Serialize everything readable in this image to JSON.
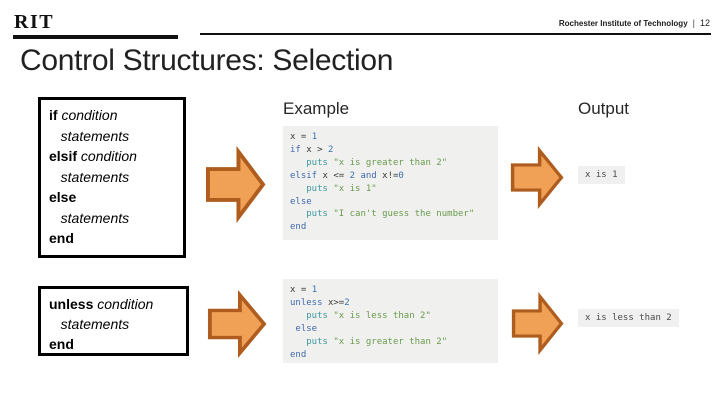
{
  "header": {
    "logo": "RIT",
    "institution": "Rochester Institute of Technology",
    "separator": "|",
    "page_number": "12"
  },
  "title": "Control Structures: Selection",
  "labels": {
    "example": "Example",
    "output": "Output"
  },
  "colors": {
    "arrow_fill": "#F0A155",
    "arrow_stroke": "#AE5D1E",
    "code_bg": "#F0F1EF",
    "output_bg": "#F0F0F0",
    "keyword": "#4169AD",
    "number": "#3B6FB5",
    "builtin": "#3E999F",
    "string": "#6A9A4E",
    "plain": "#3A3A3A"
  },
  "syntax_boxes": [
    {
      "name": "if-elsif-else-syntax",
      "lines": [
        [
          {
            "t": "if ",
            "s": "skw"
          },
          {
            "t": "condition",
            "s": "sit"
          }
        ],
        [
          {
            "t": "   ",
            "s": "skw"
          },
          {
            "t": "statements",
            "s": "sit"
          }
        ],
        [
          {
            "t": "elsif ",
            "s": "skw"
          },
          {
            "t": "condition",
            "s": "sit"
          }
        ],
        [
          {
            "t": "   ",
            "s": "skw"
          },
          {
            "t": "statements",
            "s": "sit"
          }
        ],
        [
          {
            "t": "else",
            "s": "skw"
          }
        ],
        [
          {
            "t": "   ",
            "s": "skw"
          },
          {
            "t": "statements",
            "s": "sit"
          }
        ],
        [
          {
            "t": "end",
            "s": "skw"
          }
        ]
      ]
    },
    {
      "name": "unless-syntax",
      "lines": [
        [
          {
            "t": "unless ",
            "s": "skw"
          },
          {
            "t": "condition",
            "s": "sit"
          }
        ],
        [
          {
            "t": "   ",
            "s": "skw"
          },
          {
            "t": "statements",
            "s": "sit"
          }
        ],
        [
          {
            "t": "end",
            "s": "skw"
          }
        ]
      ]
    }
  ],
  "examples": [
    {
      "name": "if-elsif-else-example",
      "lines": [
        [
          {
            "t": "x ",
            "s": "pl"
          },
          {
            "t": "= ",
            "s": "pl"
          },
          {
            "t": "1",
            "s": "num"
          }
        ],
        [
          {
            "t": "if ",
            "s": "kw"
          },
          {
            "t": "x ",
            "s": "pl"
          },
          {
            "t": "> ",
            "s": "pl"
          },
          {
            "t": "2",
            "s": "num"
          }
        ],
        [
          {
            "t": "   ",
            "s": "pl"
          },
          {
            "t": "puts ",
            "s": "fn"
          },
          {
            "t": "\"x is greater than 2\"",
            "s": "str"
          }
        ],
        [
          {
            "t": "elsif ",
            "s": "kw"
          },
          {
            "t": "x ",
            "s": "pl"
          },
          {
            "t": "<= ",
            "s": "pl"
          },
          {
            "t": "2 ",
            "s": "num"
          },
          {
            "t": "and ",
            "s": "kw"
          },
          {
            "t": "x!=",
            "s": "pl"
          },
          {
            "t": "0",
            "s": "num"
          }
        ],
        [
          {
            "t": "   ",
            "s": "pl"
          },
          {
            "t": "puts ",
            "s": "fn"
          },
          {
            "t": "\"x is 1\"",
            "s": "str"
          }
        ],
        [
          {
            "t": "else",
            "s": "kw"
          }
        ],
        [
          {
            "t": "   ",
            "s": "pl"
          },
          {
            "t": "puts ",
            "s": "fn"
          },
          {
            "t": "\"I can't guess the number\"",
            "s": "str"
          }
        ],
        [
          {
            "t": "end",
            "s": "kw"
          }
        ]
      ]
    },
    {
      "name": "unless-example",
      "lines": [
        [
          {
            "t": "x ",
            "s": "pl"
          },
          {
            "t": "= ",
            "s": "pl"
          },
          {
            "t": "1",
            "s": "num"
          }
        ],
        [
          {
            "t": "unless ",
            "s": "kw"
          },
          {
            "t": "x",
            "s": "pl"
          },
          {
            "t": ">=",
            "s": "pl"
          },
          {
            "t": "2",
            "s": "num"
          }
        ],
        [
          {
            "t": "   ",
            "s": "pl"
          },
          {
            "t": "puts ",
            "s": "fn"
          },
          {
            "t": "\"x is less than 2\"",
            "s": "str"
          }
        ],
        [
          {
            "t": " else",
            "s": "kw"
          }
        ],
        [
          {
            "t": "   ",
            "s": "pl"
          },
          {
            "t": "puts ",
            "s": "fn"
          },
          {
            "t": "\"x is greater than 2\"",
            "s": "str"
          }
        ],
        [
          {
            "t": "end",
            "s": "kw"
          }
        ]
      ]
    }
  ],
  "outputs": [
    "x is 1",
    "x is less than 2"
  ]
}
